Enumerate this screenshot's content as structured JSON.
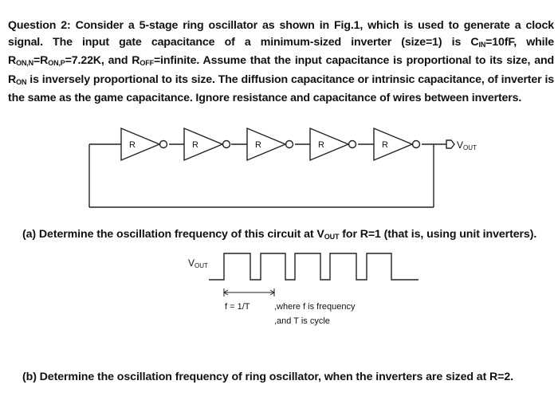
{
  "question": {
    "p1": "Question 2: Consider a 5-stage ring oscillator as shown in Fig.1, which is used to generate a clock signal. The input gate capacitance of a minimum-sized inverter (size=1) is C",
    "cin_sub": "IN",
    "p2": "=10fF, while R",
    "ronn_sub": "ON,N",
    "p3": "=R",
    "ronp_sub": "ON,P",
    "p4": "=7.22K, and R",
    "roff_sub": "OFF",
    "p5": "=infinite. Assume that the input capacitance is proportional to its size, and R",
    "ron_sub": "ON",
    "p6": " is inversely proportional to its size. The diffusion capacitance or intrinsic capacitance, of inverter is the same as the game capacitance. Ignore resistance and capacitance of wires between inverters."
  },
  "circuit": {
    "inverter_label": "R",
    "output_label_main": "V",
    "output_label_sub": "OUT"
  },
  "part_a": {
    "text1": "(a) Determine the oscillation frequency of this circuit at V",
    "vout_sub": "OUT",
    "text2": " for R=1 (that is, using unit inverters)."
  },
  "waveform": {
    "label_main": "V",
    "label_sub": "OUT",
    "freq_formula": "f = 1/T",
    "note_line1": ",where f is frequency",
    "note_line2": ",and T is cycle"
  },
  "part_b": {
    "text": "(b) Determine the oscillation frequency of ring oscillator, when the inverters are sized at R=2."
  }
}
